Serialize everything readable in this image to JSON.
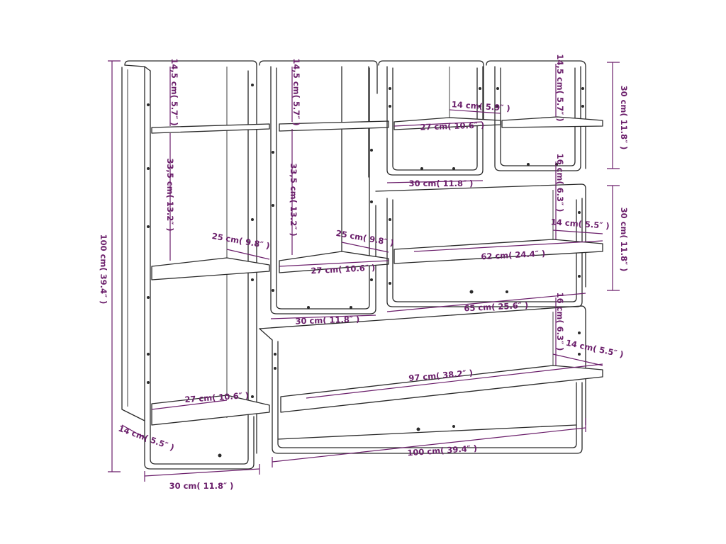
{
  "diagram": {
    "accent_color": "#6b1f6b",
    "line_color": "#2a2a2a",
    "labels": {
      "overall_height": "100 cm( 39.4″ )",
      "left_depth": "14 cm( 5.5″ )",
      "left_width": "30 cm( 11.8″ )",
      "left_top_gap": "14,5 cm( 5.7″ )",
      "left_mid_gap": "33,5 cm( 13.2″ )",
      "left_shelf_diag": "25 cm( 9.8″ )",
      "left_shelf_width": "27 cm( 10.6″ )",
      "c2_top_gap": "14,5 cm( 5.7″ )",
      "c2_mid_gap": "33,5 cm( 13.2″ )",
      "c2_shelf_diag": "25 cm( 9.8″ )",
      "c2_shelf_width": "27 cm( 10.6″ )",
      "c2_width": "30 cm( 11.8″ )",
      "c3_depth": "14 cm( 5.9″ )",
      "c3_shelf_width": "27 cm( 10.6″ )",
      "c3_width": "30 cm( 11.8″ )",
      "c4_top_gap": "14,5 cm( 5.7″ )",
      "right_top_height": "30 cm( 11.8″ )",
      "right_mid_height": "30 cm( 11.8″ )",
      "mid_gap": "16 cm( 6.3″ )",
      "mid_depth": "14 cm( 5.5″ )",
      "mid_shelf_width": "62 cm( 24.4″ )",
      "mid_width": "65 cm( 25.6″ )",
      "bot_gap": "16 cm( 6.3″ )",
      "bot_depth": "14 cm( 5.5″ )",
      "bot_shelf_width": "97 cm( 38.2″ )",
      "bot_width": "100 cm( 39.4″ )"
    }
  }
}
